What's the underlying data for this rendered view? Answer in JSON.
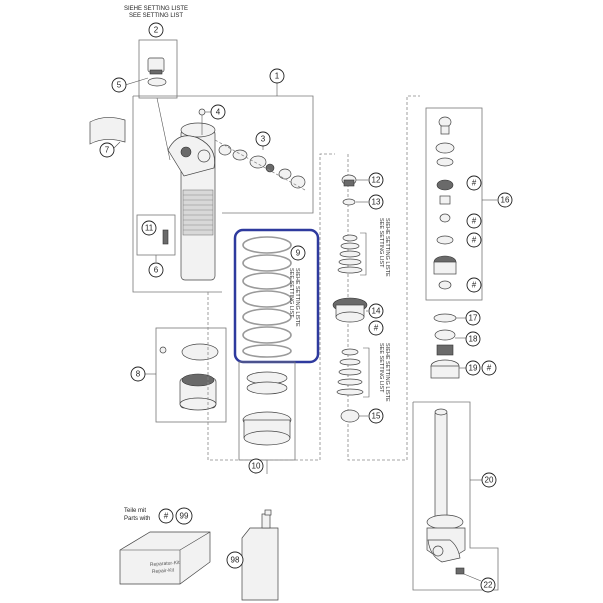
{
  "header": {
    "line1": "SIEHE SETTING LISTE",
    "line2": "SEE SETTING LIST"
  },
  "callouts": {
    "p1": "1",
    "p2": "2",
    "p3": "3",
    "p4": "4",
    "p5": "5",
    "p6": "6",
    "p7": "7",
    "p8": "8",
    "p9": "9",
    "p10": "10",
    "p11": "11",
    "p12": "12",
    "p13": "13",
    "p14": "14",
    "p15": "15",
    "p16": "16",
    "p17": "17",
    "p18": "18",
    "p19": "19",
    "p20": "20",
    "p22": "22",
    "p98": "98",
    "p99": "99",
    "hash": "#"
  },
  "setting_notes": {
    "spring_de": "SIEHE SETTING LISTE",
    "spring_en": "SEE SETTING LIST",
    "upper_de": "SIEHE SETTING LISTE",
    "upper_en": "SEE SETTING LIST",
    "lower_de": "SIEHE SETTING LISTE",
    "lower_en": "SEE SETTING LIST"
  },
  "parts_note": {
    "line1": "Teile mit",
    "line2": "Parts with"
  },
  "kit_box": {
    "line1": "Reparatur-Kit",
    "line2": "Repair-Kit"
  },
  "highlight": {
    "color": "#2e3a9e",
    "part": "9"
  }
}
